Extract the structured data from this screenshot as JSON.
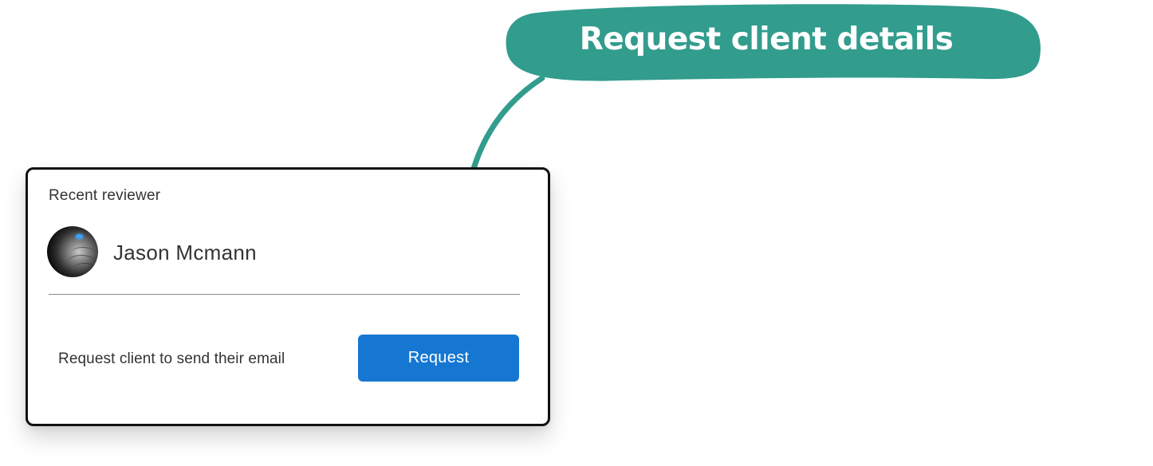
{
  "callout": {
    "title": "Request client details",
    "color": "#329c8d"
  },
  "card": {
    "heading": "Recent reviewer",
    "reviewer_name": "Jason Mcmann",
    "request_text": "Request client to send their email",
    "request_button_label": "Request",
    "button_color": "#1677d2"
  }
}
